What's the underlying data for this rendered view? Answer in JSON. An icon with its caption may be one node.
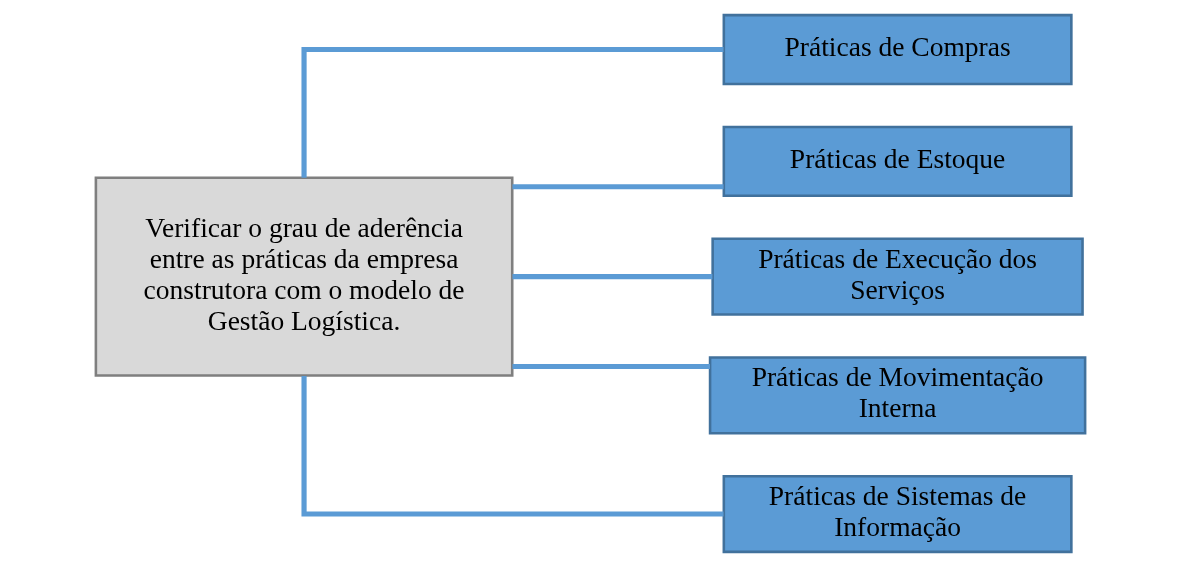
{
  "diagram": {
    "nodes": [
      {
        "text": [
          "Verificar o grau de aderência entre as práticas da empresa construtora com o modelo de Gestão Logística."
        ]
      },
      {
        "text": [
          "Práticas de Compras"
        ]
      },
      {
        "text": [
          "Práticas de Estoque"
        ]
      },
      {
        "text": [
          "Práticas de Execução dos Serviços"
        ]
      },
      {
        "text": [
          "Práticas de Movimentação Interna"
        ]
      },
      {
        "text": [
          "Práticas de Sistemas de Informação"
        ]
      }
    ],
    "edges": [
      {
        "from": 0,
        "to": 1,
        "arrow": "none"
      },
      {
        "from": 0,
        "to": 2,
        "arrow": "none"
      },
      {
        "from": 0,
        "to": 3,
        "arrow": "none"
      },
      {
        "from": 0,
        "to": 4,
        "arrow": "none"
      },
      {
        "from": 0,
        "to": 5,
        "arrow": "none"
      }
    ]
  }
}
